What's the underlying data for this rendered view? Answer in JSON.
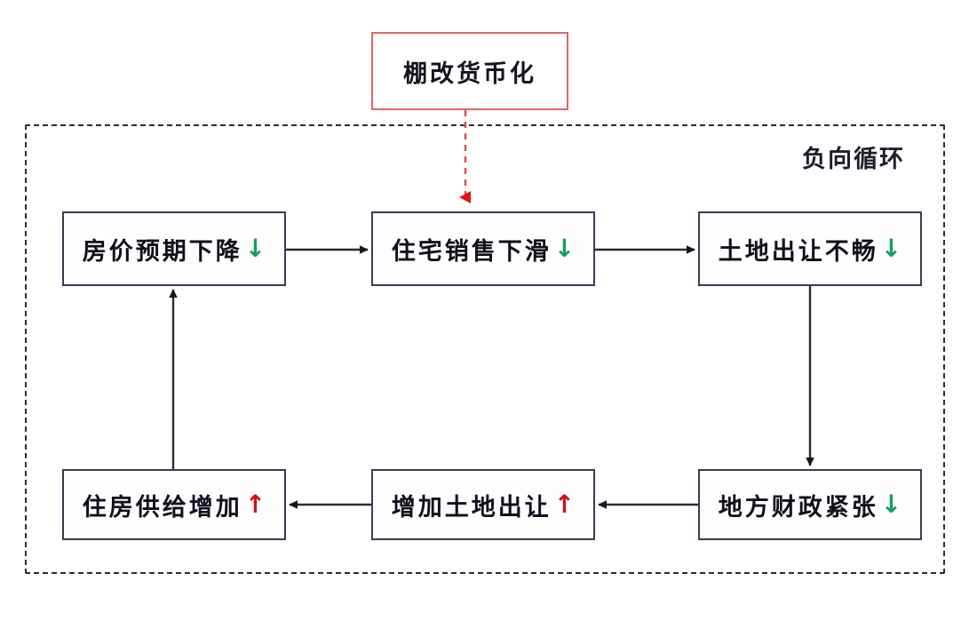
{
  "diagram": {
    "type": "flow-cycle",
    "loop_label": "负向循环",
    "source_node": {
      "id": "policy",
      "label": "棚改货币化",
      "border_color": "#e06666"
    },
    "nodes": [
      {
        "id": "price",
        "label": "房价预期下降",
        "trend": "down",
        "trend_glyph": "↓",
        "trend_color": "#12a05c"
      },
      {
        "id": "sales",
        "label": "住宅销售下滑",
        "trend": "down",
        "trend_glyph": "↓",
        "trend_color": "#12a05c"
      },
      {
        "id": "land_slow",
        "label": "土地出让不畅",
        "trend": "down",
        "trend_glyph": "↓",
        "trend_color": "#12a05c"
      },
      {
        "id": "supply",
        "label": "住房供给增加",
        "trend": "up",
        "trend_glyph": "↑",
        "trend_color": "#d01212"
      },
      {
        "id": "more_land",
        "label": "增加土地出让",
        "trend": "up",
        "trend_glyph": "↑",
        "trend_color": "#d01212"
      },
      {
        "id": "fiscal",
        "label": "地方财政紧张",
        "trend": "down",
        "trend_glyph": "↓",
        "trend_color": "#12a05c"
      }
    ],
    "edges": [
      {
        "from": "policy",
        "to": "sales",
        "style": "dashed",
        "color": "#e02020",
        "direction": "down"
      },
      {
        "from": "price",
        "to": "sales",
        "style": "solid",
        "color": "#2b2b3a",
        "direction": "right"
      },
      {
        "from": "sales",
        "to": "land_slow",
        "style": "solid",
        "color": "#2b2b3a",
        "direction": "right"
      },
      {
        "from": "land_slow",
        "to": "fiscal",
        "style": "solid",
        "color": "#2b2b3a",
        "direction": "down"
      },
      {
        "from": "fiscal",
        "to": "more_land",
        "style": "solid",
        "color": "#2b2b3a",
        "direction": "left"
      },
      {
        "from": "more_land",
        "to": "supply",
        "style": "solid",
        "color": "#2b2b3a",
        "direction": "left"
      },
      {
        "from": "supply",
        "to": "price",
        "style": "solid",
        "color": "#2b2b3a",
        "direction": "up"
      }
    ],
    "colors": {
      "box_border": "#3b3b52",
      "loop_border": "#2b2b3a",
      "background": "#ffffff",
      "accent_red": "#e06666",
      "arrow_red": "#e02020",
      "trend_down": "#12a05c",
      "trend_up": "#d01212"
    }
  }
}
